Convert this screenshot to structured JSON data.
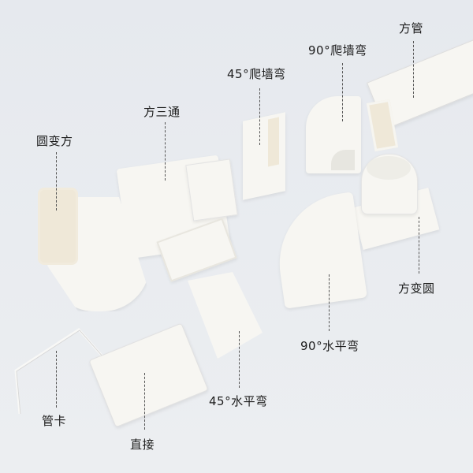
{
  "background_color": "#e8ebef",
  "parts": [
    {
      "id": "round-to-square",
      "label": "圆变方"
    },
    {
      "id": "square-tee",
      "label": "方三通"
    },
    {
      "id": "elbow-45-wall",
      "label": "45°爬墙弯"
    },
    {
      "id": "elbow-90-wall",
      "label": "90°爬墙弯"
    },
    {
      "id": "square-pipe",
      "label": "方管"
    },
    {
      "id": "square-to-round",
      "label": "方变圆"
    },
    {
      "id": "elbow-90-horizontal",
      "label": "90°水平弯"
    },
    {
      "id": "elbow-45-horizontal",
      "label": "45°水平弯"
    },
    {
      "id": "pipe-clip",
      "label": "管卡"
    },
    {
      "id": "straight-connector",
      "label": "直接"
    }
  ]
}
